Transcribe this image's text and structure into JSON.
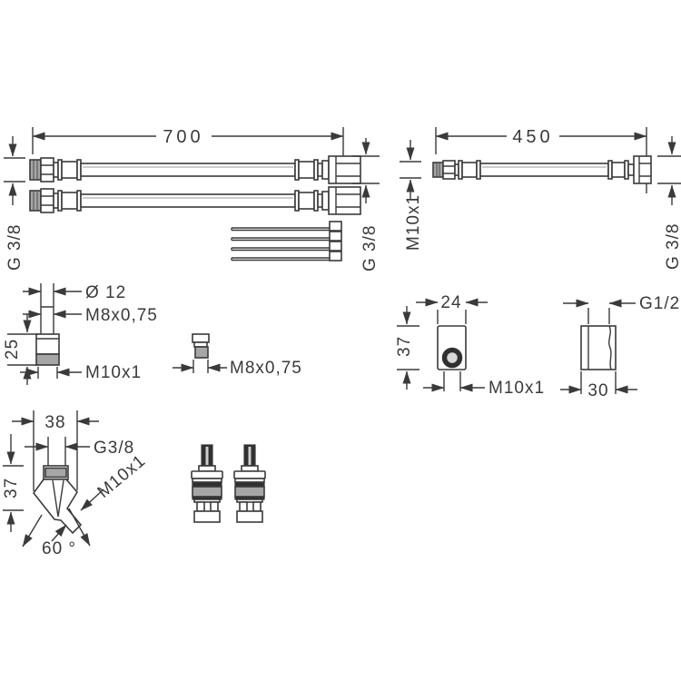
{
  "drawing": {
    "background_color": "#ffffff",
    "line_color": "#3a3a3a",
    "text_color": "#3a3a3a",
    "gray_fill": "#a6a6a6",
    "dark_fill": "#303030",
    "hose_set_700": {
      "length_label": "700",
      "left_thread_label": "G 3/8",
      "right_thread_label": "G 3/8",
      "hose_count": 2,
      "cable_tie_count": 4
    },
    "hose_450": {
      "length_label": "450",
      "left_thread_label": "M10x1",
      "right_thread_label": "G 3/8"
    },
    "adapter_large": {
      "diameter_label": "Ø 12",
      "top_thread_label": "M8x0,75",
      "height_label": "25",
      "bottom_thread_label": "M10x1"
    },
    "adapter_small": {
      "thread_label": "M8x0,75"
    },
    "wall_block": {
      "width_label": "24",
      "height_label": "37",
      "thread_label": "M10x1"
    },
    "sleeve": {
      "thread_label": "G1/2",
      "length_label": "30"
    },
    "y_connector": {
      "width_label": "38",
      "top_thread_label": "G3/8",
      "height_label": "37",
      "outlet_thread_label": "M10x1",
      "angle_label": "60 °"
    },
    "cartridges": {
      "count": 2
    }
  }
}
